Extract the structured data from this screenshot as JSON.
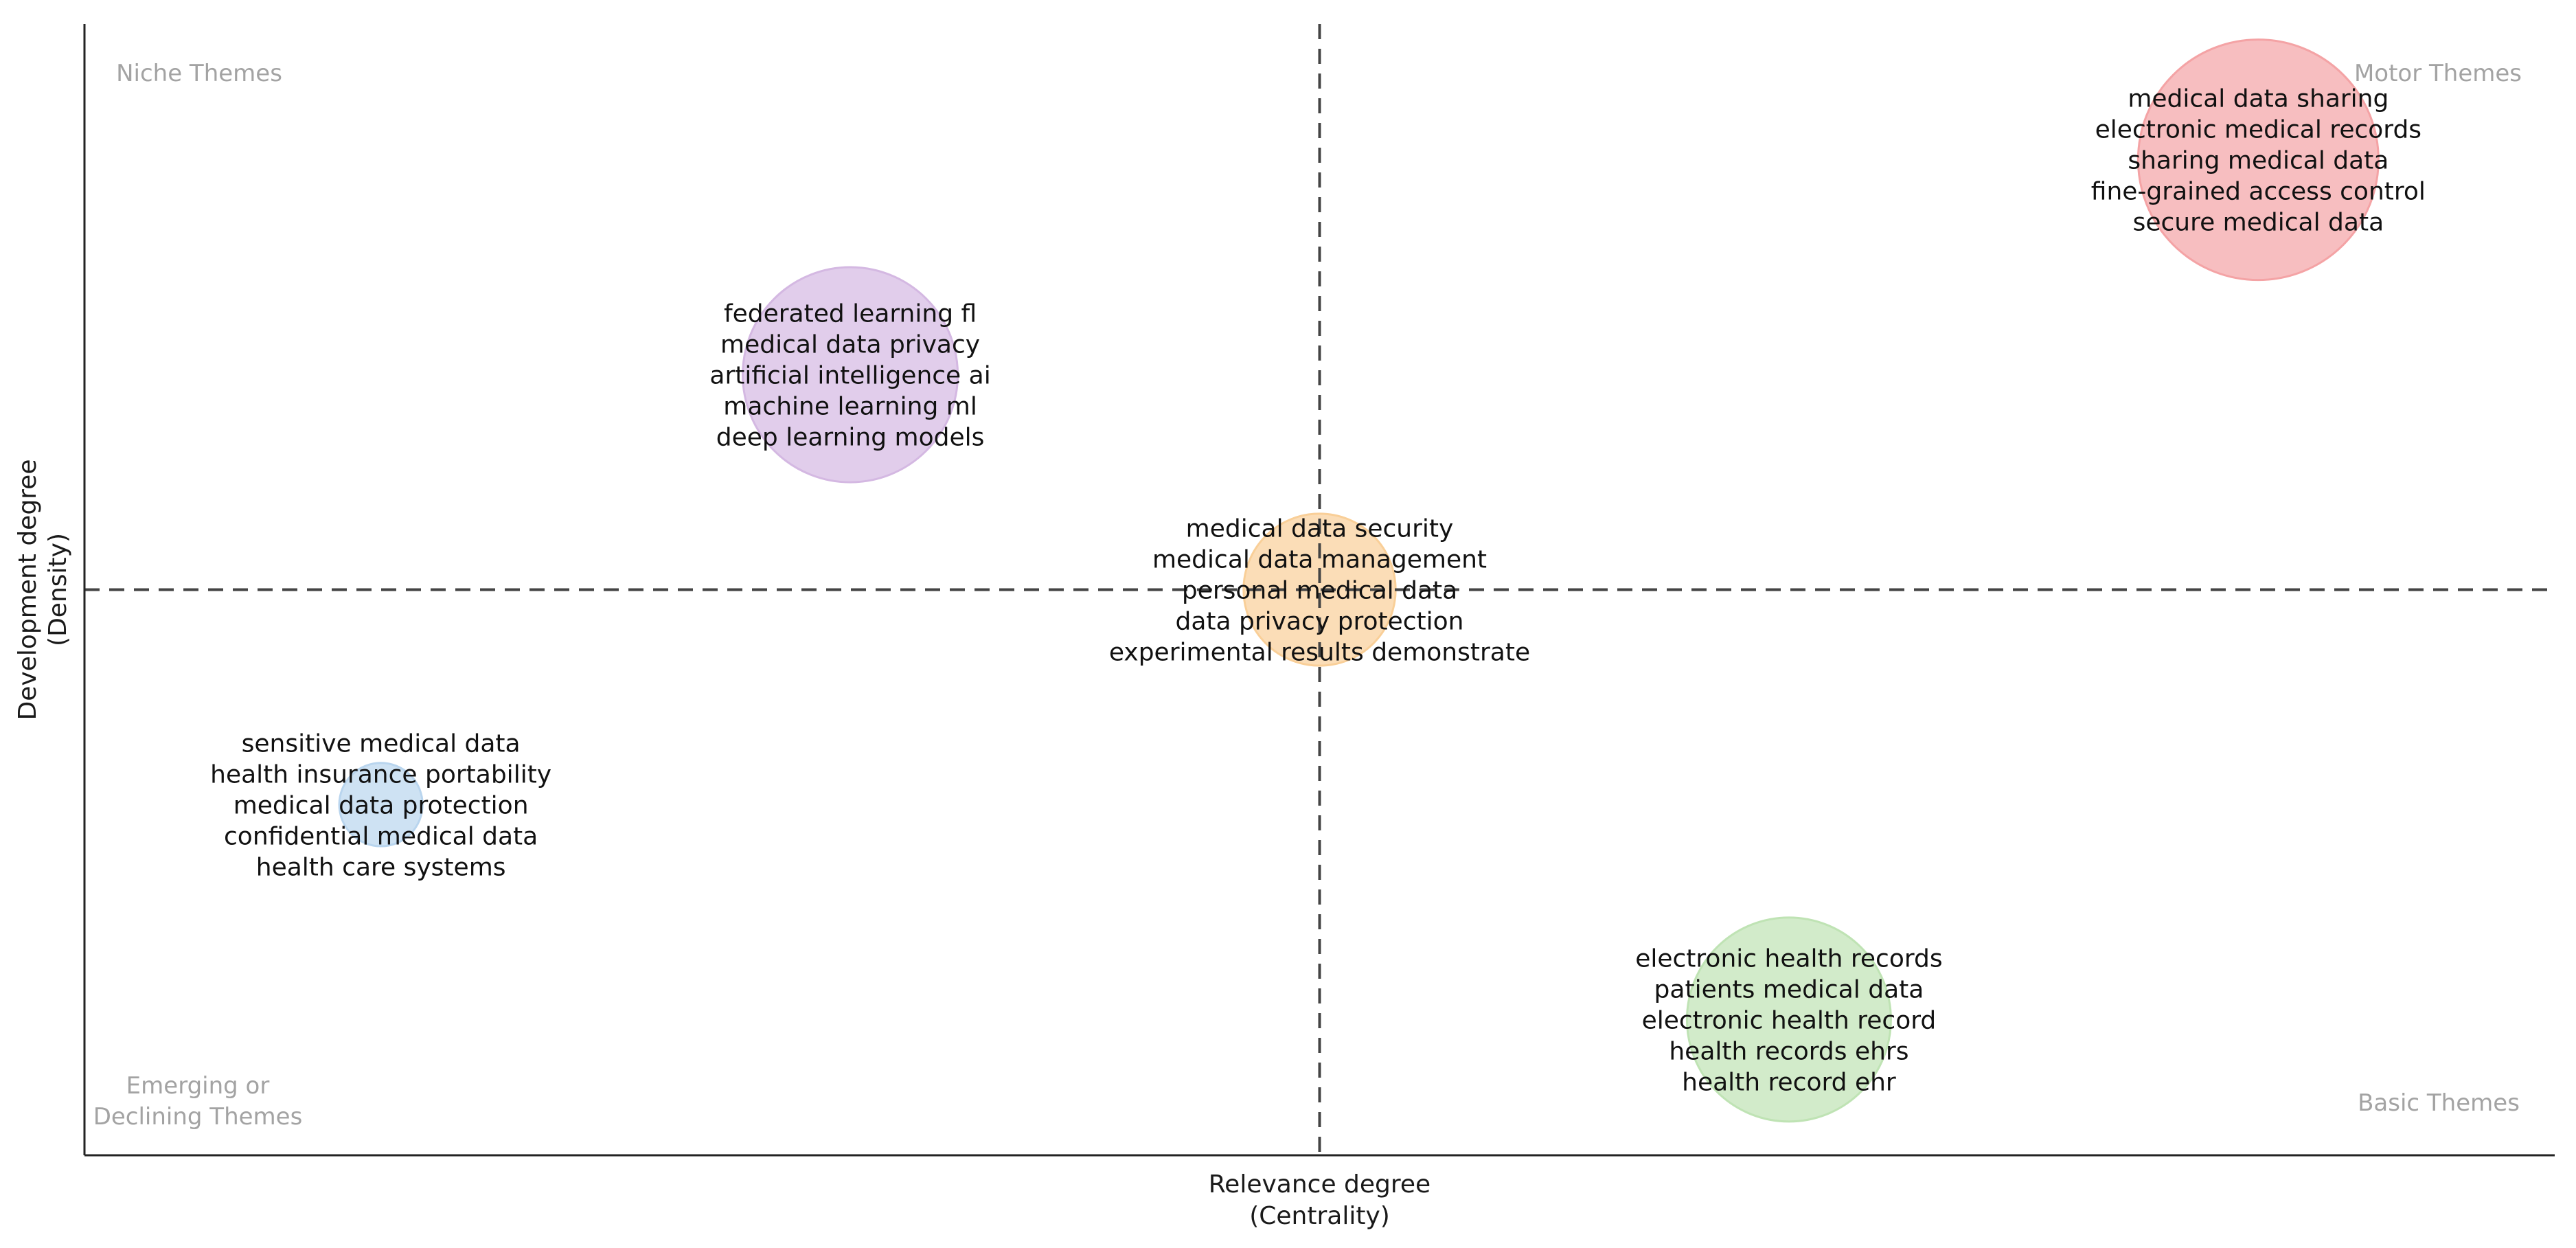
{
  "chart_data": {
    "type": "scatter",
    "title": "",
    "xlabel": [
      "Relevance degree",
      "(Centrality)"
    ],
    "ylabel": [
      "Development degree",
      "(Density)"
    ],
    "xlim": [
      0,
      1
    ],
    "ylim": [
      0,
      1
    ],
    "median_x": 0.5,
    "median_y": 0.5,
    "grid": false,
    "quadrants": {
      "top_left": [
        "Niche Themes"
      ],
      "top_right": [
        "Motor Themes"
      ],
      "bottom_left": [
        "Emerging or",
        "Declining Themes"
      ],
      "bottom_right": [
        "Basic Themes"
      ]
    },
    "clusters": [
      {
        "x": 0.88,
        "y": 0.88,
        "size": 1.0,
        "color": "#f4a3a5",
        "terms": [
          "medical data sharing",
          "electronic medical records",
          "sharing medical data",
          "fine-grained access control",
          "secure medical data"
        ]
      },
      {
        "x": 0.31,
        "y": 0.69,
        "size": 0.8,
        "color": "#d4b8e2",
        "terms": [
          "federated learning fl",
          "medical data privacy",
          "artificial intelligence ai",
          "machine learning ml",
          "deep learning models"
        ]
      },
      {
        "x": 0.5,
        "y": 0.5,
        "size": 0.4,
        "color": "#f9cf98",
        "terms": [
          "medical data security",
          "medical data management",
          "personal medical data",
          "data privacy protection",
          "experimental results demonstrate"
        ]
      },
      {
        "x": 0.12,
        "y": 0.31,
        "size": 0.12,
        "color": "#b9d5ee",
        "terms": [
          "sensitive medical data",
          "health insurance portability",
          "medical data protection",
          "confidential medical data",
          "health care systems"
        ]
      },
      {
        "x": 0.69,
        "y": 0.12,
        "size": 0.72,
        "color": "#bfe3b4",
        "terms": [
          "electronic health records",
          "patients medical data",
          "electronic health record",
          "health records ehrs",
          "health record ehr"
        ]
      }
    ]
  }
}
